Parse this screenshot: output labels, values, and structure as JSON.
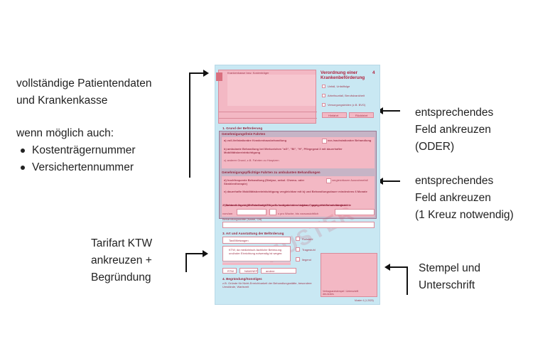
{
  "annotations": {
    "patient": {
      "line1": "vollständige Patientendaten",
      "line2": "und Krankenkasse",
      "also": "wenn möglich auch:",
      "bullets": [
        "Kostenträgernummer",
        "Versichertennummer"
      ]
    },
    "tarif": {
      "line1": "Tarifart KTW",
      "line2": "ankreuzen +",
      "line3": "Begründung"
    },
    "right1": {
      "line1": "entsprechendes",
      "line2": "Feld ankreuzen",
      "line3": "(ODER)"
    },
    "right2": {
      "line1": "entsprechendes",
      "line2": "Feld ankreuzen",
      "line3": "(1 Kreuz notwendig)"
    },
    "stamp": {
      "line1": "Stempel und",
      "line2": "Unterschrift"
    }
  },
  "form": {
    "title_line1": "Verordnung einer",
    "title_line2": "Krankenbeförderung",
    "form_number": "4",
    "patient_header": "Krankenkasse bzw. Kostenträger",
    "options": [
      "Unfall, Unfallfolge",
      "Arbeitsunfall, Berufskrankheit",
      "Versorgungsleiden (z.B. BVG)"
    ],
    "direction": [
      "Hinfahrt",
      "Rückfahrt"
    ],
    "section1": "1. Grund der Beförderung",
    "section1_sub": "Genehmigungsfreie Fahrten",
    "section1_rows": [
      "a) voll-/teilstationäre Krankenhausbehandlung",
      "b) ambulante Behandlung bei Merkzeichen \"aG\", \"Bl\", \"H\", Pflegegrad 3 mit dauerhafter Mobilitätsbeeinträchtigung",
      "c) anderer Grund, z.B. Fahrten zu Hospizen"
    ],
    "section1_extra": "vor-/nachstationäre Behandlung",
    "section2_sub": "Genehmigungspflichtige Fahrten zu ambulanten Behandlungen",
    "section2_rows": [
      "d) hochfrequente Behandlung (Dialyse, onkol. Chemo- oder Strahlentherapie)",
      "e) dauerhafte Mobilitätsbeeinträchtigung vergleichbar mit b) und Behandlungsdauer mindestens 6 Monate",
      "f) anderer Grund für Fahrt mit KTW, z.B. fachgerechtes Lagern, Tragen, Heben erforderlich"
    ],
    "section2_extra": "vergleichbarer Ausnahmefall",
    "watermark": "MUSTER",
    "section_freq": "2. Behandlungstag/Behandlungsfrequenz und nächsterreichbare, geeignete Behandlungsstätte",
    "freq_label": "vom/am",
    "freq_label2": "x pro Woche, bis voraussichtlich",
    "freq_place": "Behandlungsstätte (Name, Ort)",
    "section3": "3. Art und Ausstattung der Beförderung",
    "transport_options": [
      "Taxi/Mietwagen",
      "KTW, da medizinisch-fachliche Betreuung und/oder Einrichtung notwendig ist wegen:",
      "RTW",
      "NAW/NEF",
      "andere"
    ],
    "transport_side": [
      "Rollstuhl",
      "Tragestuhl",
      "liegend"
    ],
    "section4": "4. Begründung/Sonstiges",
    "section4_text": "z.B. Gründe für Nicht-Erreichbarkeit der Behandlungsstätte, besondere Umstände, Wartezeit",
    "footer": "Vertragsarztstempel / Unterschrift des Arztes",
    "muster_code": "Muster 4 (1.2020)"
  },
  "colors": {
    "form_bg": "#c9e8f3",
    "form_field": "#f3b8c4",
    "form_text": "#b23a52"
  }
}
